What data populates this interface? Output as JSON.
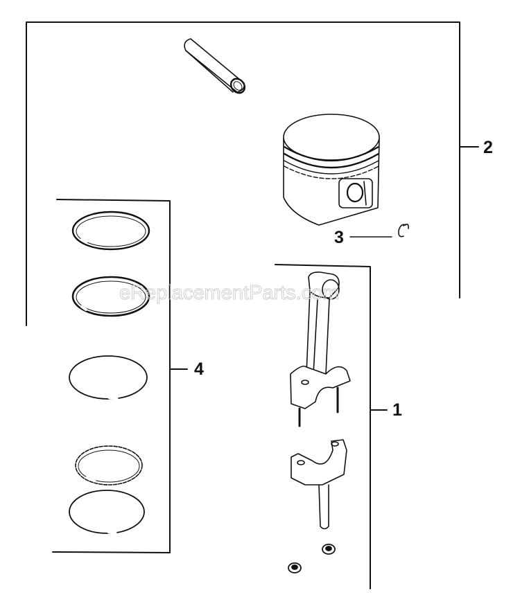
{
  "diagram": {
    "type": "exploded-parts-diagram",
    "watermark": "eReplacementParts.com",
    "callouts": [
      {
        "id": "1",
        "label": "1",
        "part": "connecting rod assembly"
      },
      {
        "id": "2",
        "label": "2",
        "part": "piston assembly (piston + pin)"
      },
      {
        "id": "3",
        "label": "3",
        "part": "piston pin retaining clip"
      },
      {
        "id": "4",
        "label": "4",
        "part": "piston ring set"
      }
    ],
    "colors": {
      "line": "#111111",
      "background": "#ffffff",
      "watermark": "#cfcfcf"
    }
  }
}
